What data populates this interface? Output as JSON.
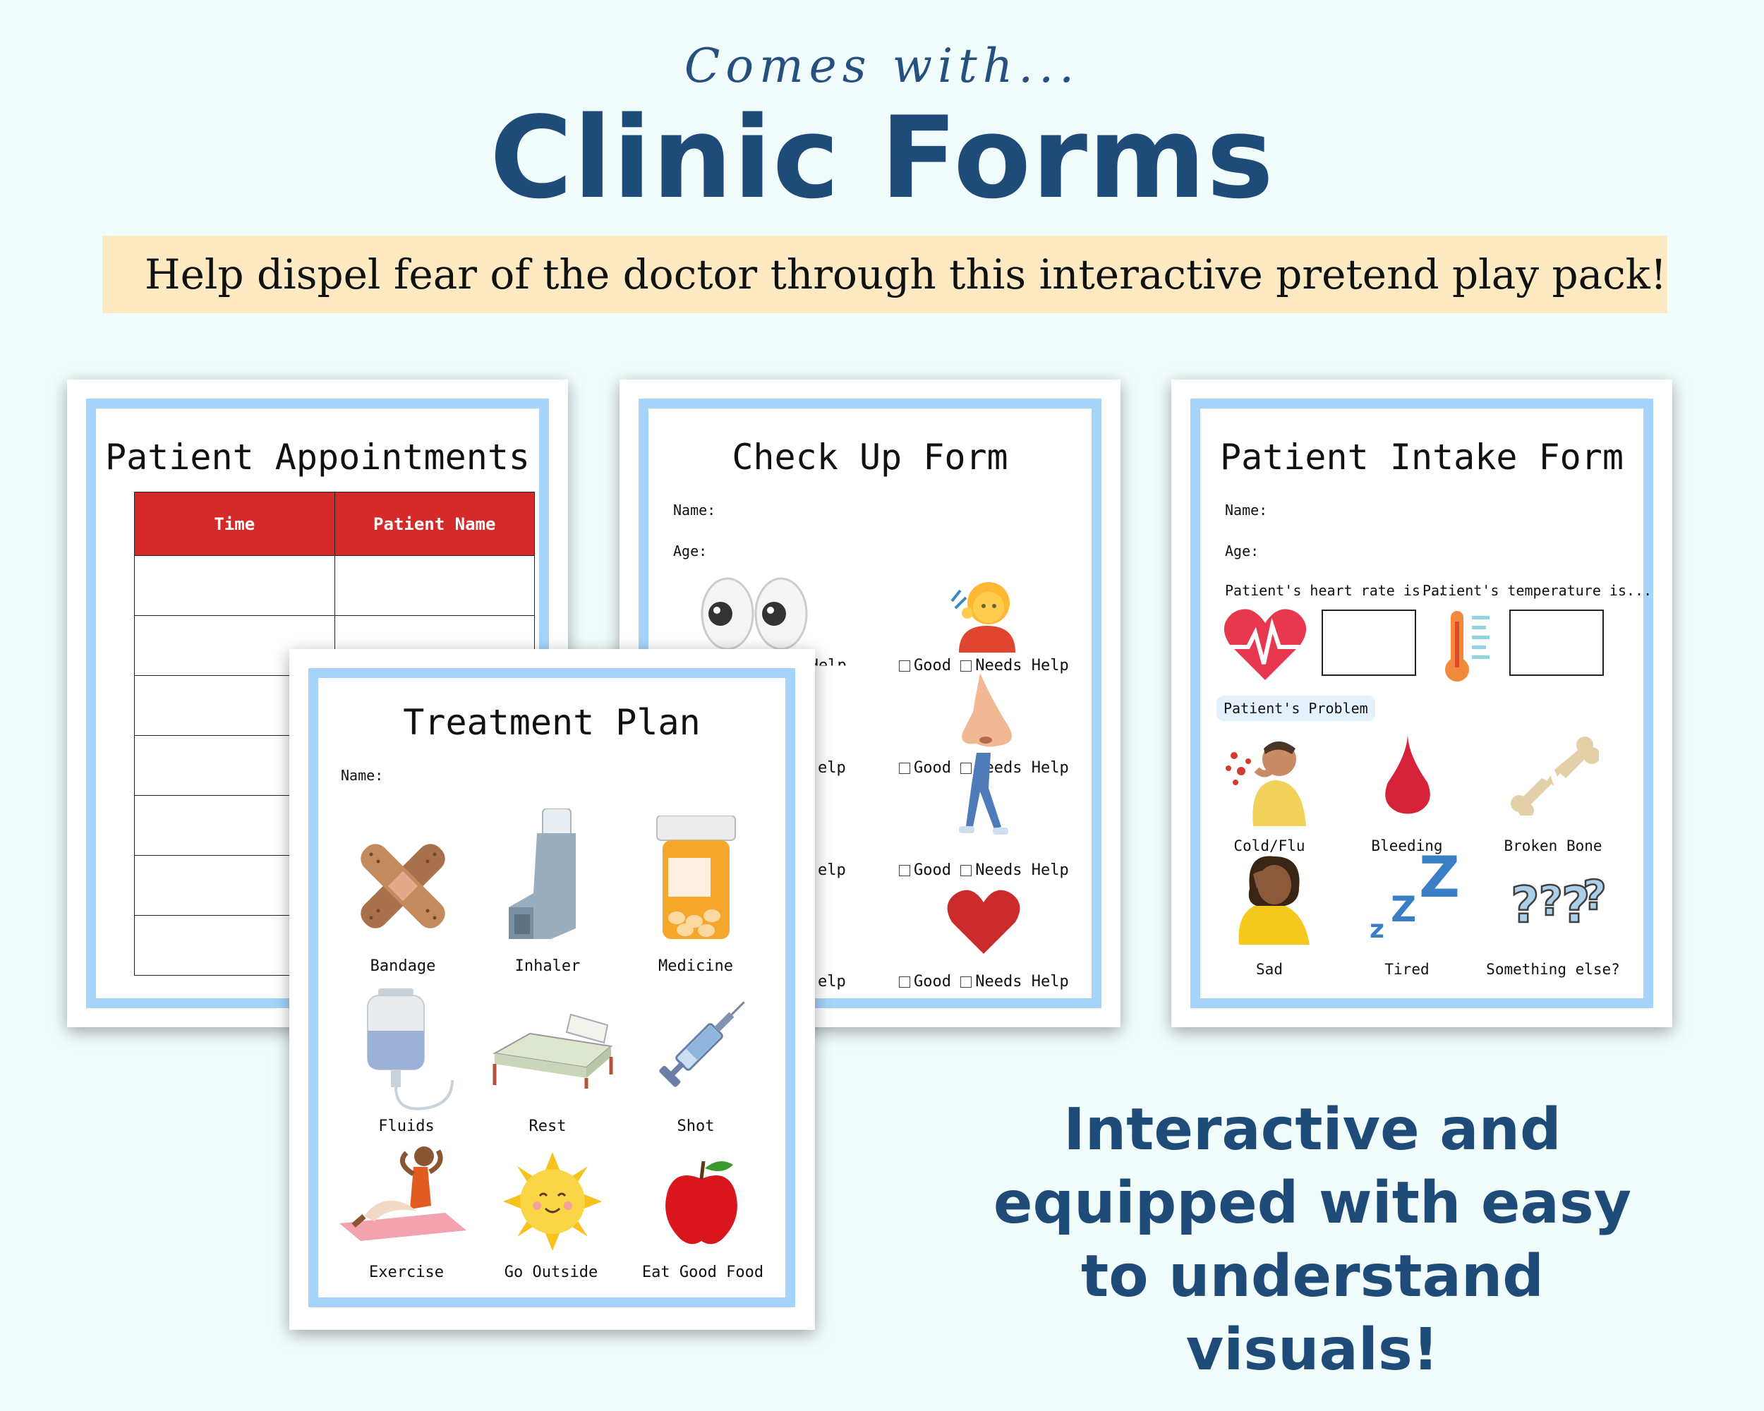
{
  "header": {
    "subtitle": "Comes with...",
    "title": "Clinic Forms",
    "banner": "Help dispel fear of the doctor through this interactive pretend play pack!"
  },
  "appointments": {
    "title": "Patient Appointments",
    "columns": [
      "Time",
      "Patient Name"
    ],
    "row_count": 7
  },
  "checkup": {
    "title": "Check Up Form",
    "name_label": "Name:",
    "age_label": "Age:",
    "good": "Good",
    "needs_help": "Needs Help",
    "partial_left_text": "elp",
    "items": [
      "eyes-icon",
      "ear-icon",
      "nose-icon",
      "legs-icon",
      "heart-icon"
    ]
  },
  "intake": {
    "title": "Patient Intake Form",
    "name_label": "Name:",
    "age_label": "Age:",
    "heart_rate_label": "Patient's heart rate is...",
    "temperature_label": "Patient's temperature is...",
    "problem_label": "Patient's Problem",
    "problems": [
      "Cold/Flu",
      "Bleeding",
      "Broken Bone",
      "Sad",
      "Tired",
      "Something else?"
    ]
  },
  "treatment": {
    "title": "Treatment Plan",
    "name_label": "Name:",
    "items": [
      "Bandage",
      "Inhaler",
      "Medicine",
      "Fluids",
      "Rest",
      "Shot",
      "Exercise",
      "Go Outside",
      "Eat Good Food"
    ]
  },
  "tagline": "Interactive and equipped with easy to understand visuals!",
  "colors": {
    "background": "#f1fcfd",
    "navy": "#1f4b78",
    "frame_blue": "#a6d4fb",
    "banner": "#fde9c2",
    "table_header_red": "#d42a2a"
  }
}
